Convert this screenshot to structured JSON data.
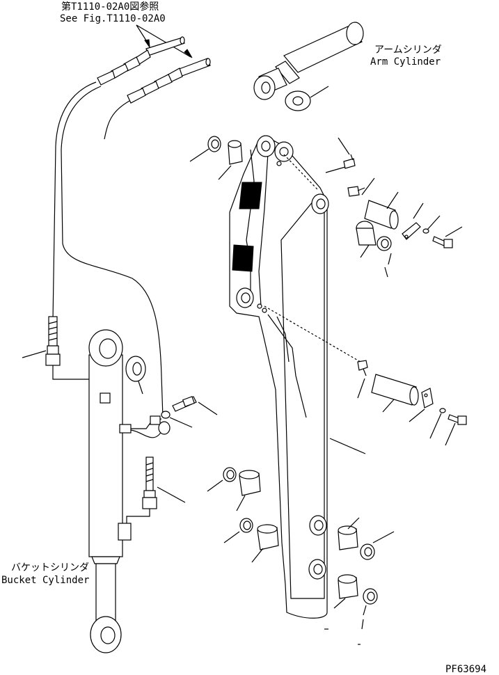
{
  "reference": {
    "jp": "第T1110-02A0図参照",
    "en": "See Fig.T1110-02A0"
  },
  "arm_cylinder": {
    "jp": "アームシリンダ",
    "en": "Arm Cylinder"
  },
  "bucket_cylinder": {
    "jp": "バケットシリンダ",
    "en": "Bucket Cylinder"
  },
  "figure_code": "PF63694"
}
